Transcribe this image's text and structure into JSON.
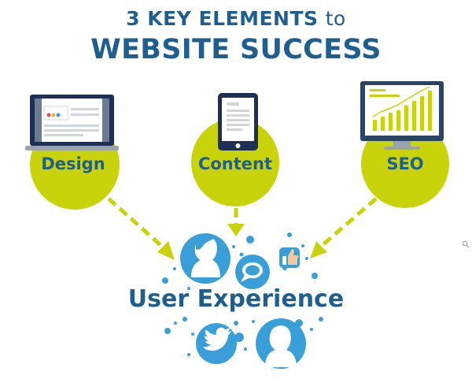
{
  "title": {
    "line1_main": "3 KEY ELEMENTS",
    "line1_suffix": "to",
    "line2": "WEBSITE SUCCESS"
  },
  "elements": [
    {
      "label": "Design",
      "icon": "laptop-icon"
    },
    {
      "label": "Content",
      "icon": "tablet-icon"
    },
    {
      "label": "SEO",
      "icon": "monitor-chart-icon"
    }
  ],
  "target": {
    "label": "User Experience"
  },
  "colors": {
    "navy": "#1f5f8f",
    "lime": "#c9d30b",
    "sky": "#3a9fd8"
  }
}
